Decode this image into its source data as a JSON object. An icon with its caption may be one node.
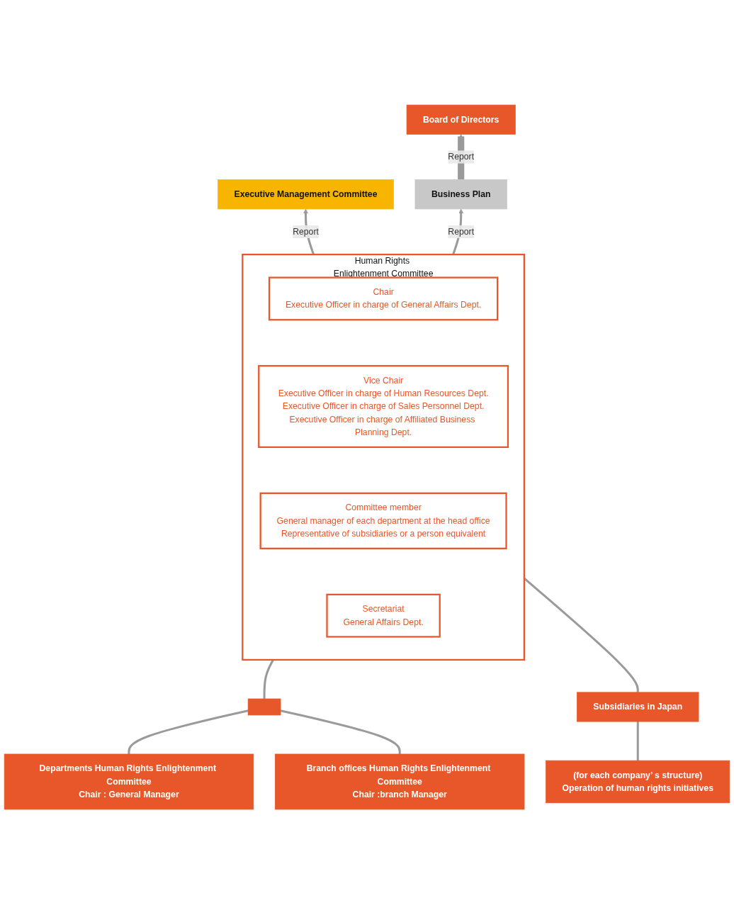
{
  "diagram": {
    "nodes": [
      {
        "text": [
          "Board of Directors"
        ]
      },
      {
        "text": [
          "Executive Management Committee"
        ]
      },
      {
        "text": [
          "Business Plan"
        ]
      },
      {
        "text": [
          "Human Rights Enlightenment Committee"
        ]
      },
      {
        "text": [
          "Chair",
          "Executive Officer in charge of General Affairs Dept."
        ],
        "in": 3
      },
      {
        "text": [
          "Vice Chair",
          "Executive Officer in charge of Human Resources Dept.",
          "Executive Officer in charge of Sales Personnel Dept.",
          "Executive Officer in charge of Affiliated Business Planning Dept."
        ],
        "in": 3
      },
      {
        "text": [
          "Committee member",
          "General manager of each department at the head office",
          "Representative of subsidiaries or a person equivalent"
        ],
        "in": 3
      },
      {
        "text": [
          "Secretariat",
          "General Affairs Dept."
        ],
        "in": 3
      },
      {
        "text": [],
        "shape": "box"
      },
      {
        "text": [
          "Subsidiaries in Japan"
        ]
      },
      {
        "text": [
          "Departments Human Rights Enlightenment Committee",
          "Chair : General Manager"
        ]
      },
      {
        "text": [
          "Branch offices Human Rights Enlightenment Committee",
          "Chair :branch Manager"
        ]
      },
      {
        "text": [
          "(for each company’ s structure)",
          "Operation of human rights initiatives"
        ]
      }
    ],
    "edges": [
      {
        "from": 3,
        "to": 1,
        "arrow": "to",
        "label": "Report"
      },
      {
        "from": 3,
        "to": 2,
        "arrow": "to",
        "label": "Report"
      },
      {
        "from": 2,
        "to": 0,
        "arrow": "to",
        "label": "Report",
        "style": "thick"
      },
      {
        "from": 3,
        "to": 8,
        "arrow": "none"
      },
      {
        "from": 3,
        "to": 9,
        "arrow": "none"
      },
      {
        "from": 8,
        "to": 10,
        "arrow": "none"
      },
      {
        "from": 8,
        "to": 11,
        "arrow": "none"
      },
      {
        "from": 9,
        "to": 12,
        "arrow": "none"
      }
    ]
  }
}
